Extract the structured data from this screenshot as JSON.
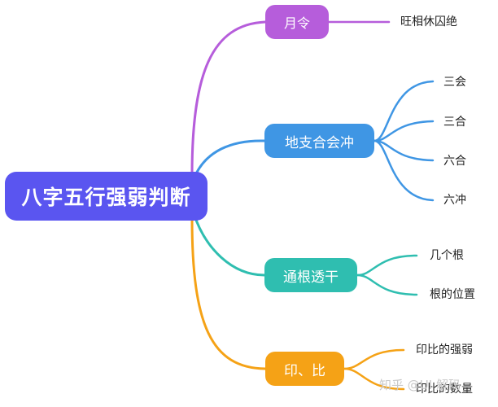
{
  "root": {
    "label": "八字五行强弱判断"
  },
  "branches": [
    {
      "label": "月令",
      "color": "#b65ddb",
      "children": [
        "旺相休囚绝"
      ]
    },
    {
      "label": "地支合会冲",
      "color": "#3f96e4",
      "children": [
        "三会",
        "三合",
        "六合",
        "六冲"
      ]
    },
    {
      "label": "通根透干",
      "color": "#2fbeb0",
      "children": [
        "几个根",
        "根的位置"
      ]
    },
    {
      "label": "印、比",
      "color": "#f5a216",
      "children": [
        "印比的强弱",
        "印比的数量"
      ]
    }
  ],
  "watermark": "知乎 @UI 解码"
}
